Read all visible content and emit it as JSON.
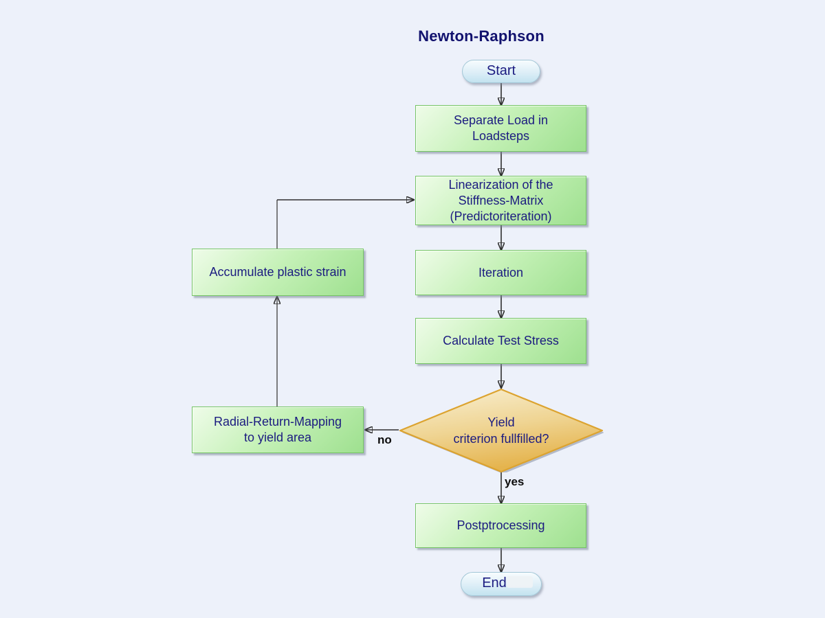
{
  "title": "Newton-Raphson",
  "nodes": {
    "start": {
      "label": "Start"
    },
    "separate": {
      "label": "Separate Load in\nLoadsteps"
    },
    "linearization": {
      "label": "Linearization of the\nStiffness-Matrix\n(Predictoriteration)"
    },
    "iteration": {
      "label": "Iteration"
    },
    "calculate": {
      "label": "Calculate Test Stress"
    },
    "decision": {
      "label": "Yield\ncriterion fullfilled?"
    },
    "radial": {
      "label": "Radial-Return-Mapping\nto yield area"
    },
    "accumulate": {
      "label": "Accumulate plastic strain"
    },
    "postprocessing": {
      "label": "Postptrocessing"
    },
    "end": {
      "label": "End"
    }
  },
  "edge_labels": {
    "yes": "yes",
    "no": "no"
  },
  "colors": {
    "bg": "#edf1fa",
    "title_text": "#12126e",
    "node_text": "#1b1b80",
    "process_fill_light": "#effce9",
    "process_fill_dark": "#9ee08f",
    "process_border": "#74c463",
    "pill_fill_light": "#f7fcfe",
    "pill_fill_dark": "#c3e3f0",
    "pill_border": "#a3c7d7",
    "decision_fill_light": "#f9f1d6",
    "decision_fill_dark": "#e5b44e",
    "decision_border": "#dca32f",
    "line_color": "#2e2e2e",
    "loop_line_color": "#5e5e5e",
    "edge_label_text": "#0c0c0c",
    "shadow": "rgba(122,132,152,0.55)"
  }
}
